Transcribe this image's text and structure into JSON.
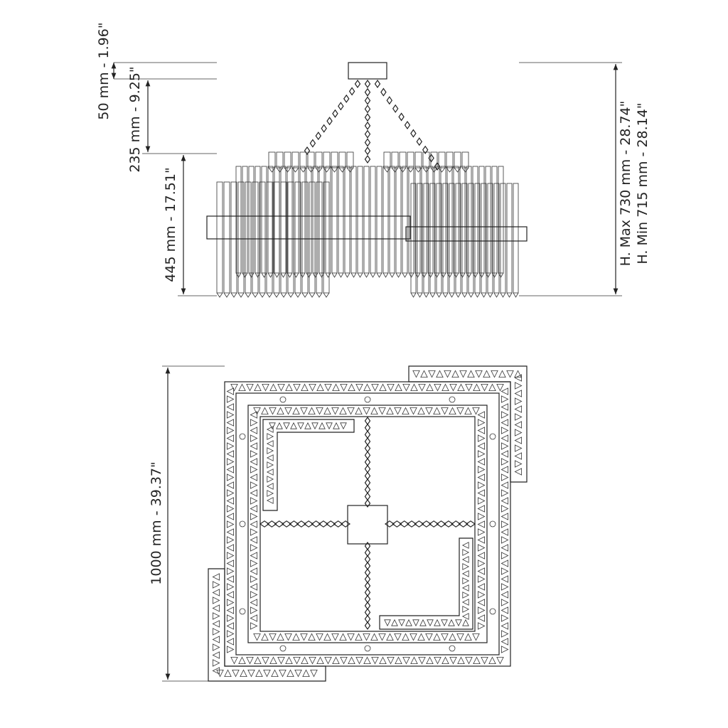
{
  "dimensions": {
    "canopy": "50 mm - 1.96\"",
    "chain": "235 mm - 9.25\"",
    "body": "445 mm - 17.51\"",
    "height_max": "H. Max 730 mm - 28.74\"",
    "height_min": "H. Min 715 mm - 28.14\"",
    "width": "1000 mm - 39.37\""
  },
  "colors": {
    "line": "#222222",
    "background": "#ffffff"
  },
  "views": [
    "front-elevation",
    "top-plan"
  ]
}
